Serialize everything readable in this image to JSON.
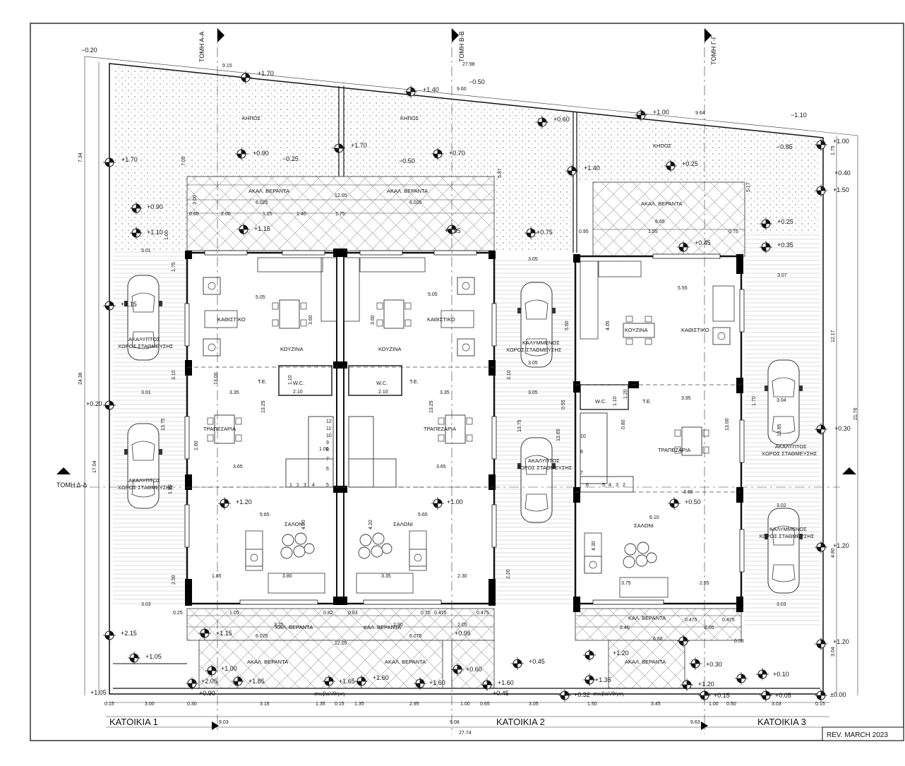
{
  "sections": {
    "aa": "ΤΟΜΗ Α-Α",
    "bb": "ΤΟΜΗ Β-Β",
    "gg": "ΤΟΜΗ Γ-Γ",
    "dd": "ΤΟΜΗ Δ-Δ"
  },
  "houses": {
    "h1": "ΚΑΤΟΙΚΙΑ 1",
    "h2": "ΚΑΤΟΙΚΙΑ 2",
    "h3": "ΚΑΤΟΙΚΙΑ 3"
  },
  "revision": "REV. MARCH 2023",
  "rooms": {
    "garden": "ΚΗΠΟΣ",
    "veranda_open": "ΑΚΑΛ. ΒΕΡΑΝΤΑ",
    "veranda_covered": "ΚΑΛ. ΒΕΡΑΝΤΑ",
    "living": "ΚΑΘΙΣΤΙΚΟ",
    "kitchen": "ΚΟΥΖΙΝΑ",
    "wc": "W.C.",
    "te": "Τ.Ε.",
    "dining": "ΤΡΑΠΕΖΑΡΙΑ",
    "salon": "ΣΑΛΟΝΙ",
    "storage": "σκυβαλ/θηκη",
    "park_open_1": "ΑΚΑΛΥΠΤΟΣ",
    "park_covered_1": "ΚΑΛΥΜΜΕΝΟΣ",
    "park_2": "ΧΩΡΟΣ ΣΤΑΘΜΕΥΣΗΣ"
  },
  "levels": {
    "l1": "−0.20",
    "l2": "+1.70",
    "l3": "+1.40",
    "l4": "−0.50",
    "l5": "+1.00",
    "l6": "−1.10",
    "l7": "+0.60",
    "l8": "+1.70",
    "l9": "+0.90",
    "l10": "−0.25",
    "l11": "+1.70",
    "l12": "−0.50",
    "l13": "+0.70",
    "l14": "+1.40",
    "l15": "+0.25",
    "l16": "−0.85",
    "l17": "+1.00",
    "l18": "+0.40",
    "l19": "+1.50",
    "l20": "+0.90",
    "l21": "+1.10",
    "l22": "+1.15",
    "l23": "+0.95",
    "l24": "+0.75",
    "l25": "+0.25",
    "l26": "+0.45",
    "l27": "+0.35",
    "l28": "+2.15",
    "l29": "+0.20",
    "l30": "+0.30",
    "l31": "+1.20",
    "l32": "+1.00",
    "l33": "+0.50",
    "l34": "+1.20",
    "l35": "+2.15",
    "l36": "+1.05",
    "l37": "+1.00",
    "l38": "+2.05",
    "l39": "+1.85",
    "l40": "+1.65",
    "l41": "+1.60",
    "l42": "+1.60",
    "l43": "+0.60",
    "l44": "+0.45",
    "l45": "+1.60",
    "l46": "+1.20",
    "l47": "+1.35",
    "l48": "+0.30",
    "l49": "+1.20",
    "l50": "+0.10",
    "l51": "+0.15",
    "l52": "+0.05",
    "l53": "±0.00",
    "l54": "+0.32",
    "l55": "+1.05",
    "l56": "+0.90",
    "l57": "+0.45",
    "l58": "+0.95",
    "l59": "+1.20",
    "l60": "+1.15"
  },
  "dims": {
    "top_9_15": "9.15",
    "top_27_98": "27.98",
    "top_9_60": "9.60",
    "top_9_64": "9.64",
    "left_7_34": "7.34",
    "left_24_38": "24.38",
    "left_17_04": "17.04",
    "right_12_17": "12.17",
    "right_21_76": "21.76",
    "right_4_80": "4.80",
    "right_3_04": "3.04",
    "right_1_75": "1.75",
    "v_7_05": "7.05",
    "v_5_87": "5.87",
    "v_5_17": "5.17",
    "ver_3_00": "3.00",
    "ver_12_05": "12.05",
    "ver_6_025a": "6.025",
    "ver_6_025b": "6.025",
    "ver_6_65": "6.65",
    "d060": "0.60",
    "d200": "2.00",
    "d115": "1.15",
    "d140": "1.40",
    "d175": "1.75",
    "d095": "0.95",
    "d155": "1.55",
    "d075": "0.75",
    "d100": "1.00",
    "d301": "3.01",
    "d175b": "1.75",
    "d505a": "5.05",
    "d505b": "5.05",
    "d555": "5.55",
    "d360a": "3.60",
    "d360b": "3.60",
    "d405": "4.05",
    "d560": "5.60",
    "d305a": "3.05",
    "d305b": "3.05",
    "d305c": "3.05",
    "d307": "3.07",
    "d310a": "3.10",
    "d310b": "3.10",
    "d301b": "3.01",
    "d335a": "3.35",
    "d335b": "3.35",
    "d395": "3.95",
    "d210a": "2.10",
    "d210b": "2.10",
    "d1300a": "13.00",
    "d1325a": "13.25",
    "d1325b": "13.25",
    "d1300b": "13.00",
    "d1375a": "13.75",
    "d1375b": "13.75",
    "d1365": "13.65",
    "d1385": "13.85",
    "d365a": "3.65",
    "d365b": "3.65",
    "d365c": "3.65",
    "d565a": "5.65",
    "d565b": "5.65",
    "d610": "6.10",
    "d420a": "4.20",
    "d420b": "4.20",
    "d430": "4.30",
    "d380": "3.80",
    "d335c": "3.35",
    "d375": "3.75",
    "d185": "1.85",
    "d230": "2.30",
    "d255": "2.55",
    "d250": "2.50",
    "d220": "2.20",
    "d303": "3.03",
    "d304": "3.04",
    "d302": "3.02",
    "d303b": "3.03",
    "d325": "3.25",
    "d290": "2.90",
    "d240": "2.40",
    "d205a": "2.05",
    "d205b": "2.05",
    "d6075a": "6.075",
    "d6075b": "6.075",
    "d668": "6.68",
    "d1205": "12.05",
    "d0475a": "0.475",
    "d0475b": "0.475",
    "d0475c": "0.475",
    "d0475d": "0.475",
    "b015a": "0.15",
    "b300": "3.00",
    "b030a": "0.30",
    "b316": "3.16",
    "b135": "1.35",
    "b015b": "0.15",
    "b135b": "1.35",
    "b295": "2.95",
    "b100": "1.00",
    "b065": "0.65",
    "b305": "3.05",
    "b150": "1.50",
    "b345": "3.45",
    "b100b": "1.00",
    "b050": "0.50",
    "b303": "3.03",
    "b015c": "0.15",
    "b903": "9.03",
    "b908": "9.08",
    "b963": "9.63",
    "b2774": "27.74",
    "d170": "1.70",
    "d160": "1.60",
    "d190": "1.90",
    "d110": "1.10",
    "d120": "1.20",
    "d080": "0.80",
    "d105": "1.05",
    "d055": "0.55",
    "d082": "0.82",
    "d083": "0.83",
    "d070": "0.70",
    "d058": "0.58",
    "d025": "0.25",
    "d110b": "1.10"
  },
  "stairs": {
    "s12": "12",
    "s11": "11",
    "s10": "10",
    "s9": "9",
    "s8": "8",
    "s7": "7",
    "s6": "6",
    "s5": "5",
    "s4": "4",
    "s3": "3",
    "s2": "2",
    "s1": "1",
    "s100": "1.00"
  },
  "colors": {
    "line": "#111111",
    "hatch": "#9a9a9a",
    "wall": "#000000",
    "dim": "#333333"
  }
}
